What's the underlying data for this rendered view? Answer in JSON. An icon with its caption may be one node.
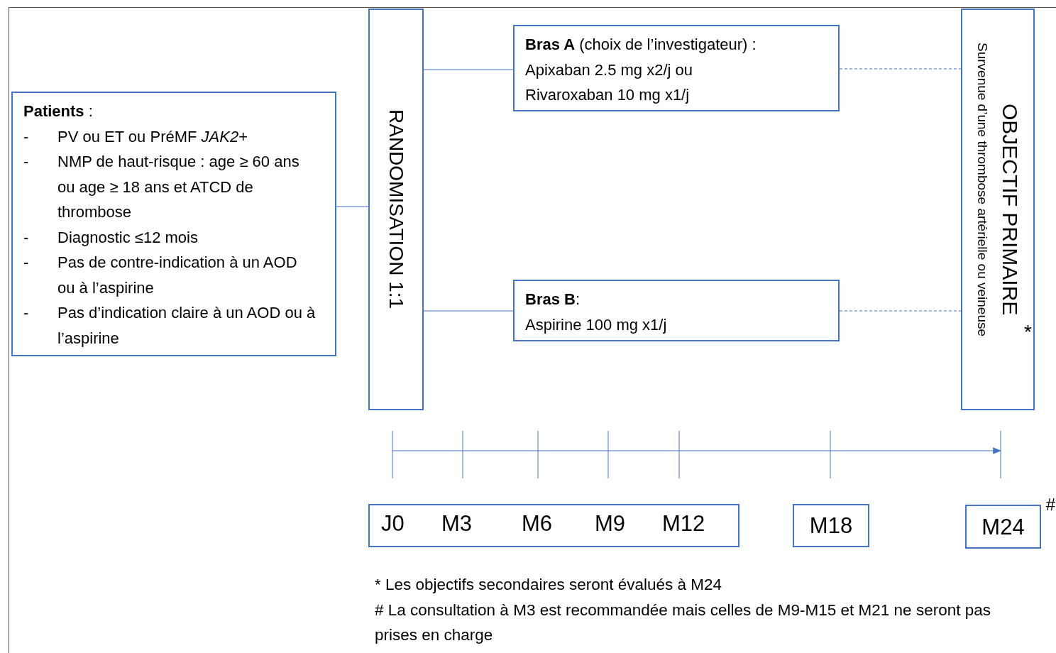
{
  "diagram": {
    "nodes": [
      {
        "text": [
          "**Patients** :",
          "-",
          "PV ou ET ou PréMF *JAK2*+",
          "-",
          "NMP de haut-risque : age ≥ 60 ans ou age ≥ 18 ans et ATCD de thrombose",
          "-",
          "Diagnostic ≤12 mois",
          "-",
          "Pas de contre-indication à un AOD ou à l’aspirine",
          "-",
          "Pas d’indication claire à un AOD ou à l’aspirine"
        ]
      },
      {
        "text": [
          "RANDOMISATION 1:1"
        ]
      },
      {
        "text": [
          "**Bras A** (choix de l’investigateur) :",
          "Apixaban 2.5 mg x2/j ou Rivaroxaban 10 mg x1/j"
        ]
      },
      {
        "text": [
          "**Bras B**:",
          "Aspirine 100 mg x1/j"
        ]
      },
      {
        "text": [
          "OBJECTIF PRIMAIRE",
          "Survenue d’une thrombose  artérielle ou veineuse",
          "*"
        ]
      },
      {
        "text": [
          "J0",
          "M3",
          "M6",
          "M9",
          "M12"
        ]
      },
      {
        "text": [
          "M18"
        ]
      },
      {
        "text": [
          "M24"
        ],
        "beside": [
          "#"
        ]
      }
    ],
    "edges": [
      {
        "from": 0,
        "to": 1,
        "arrow": "none"
      },
      {
        "from": 1,
        "to": 2,
        "arrow": "none"
      },
      {
        "from": 1,
        "to": 3,
        "arrow": "none"
      },
      {
        "from": 2,
        "to": 4,
        "arrow": "none",
        "style": "dashed"
      },
      {
        "from": 3,
        "to": 4,
        "arrow": "none",
        "style": "dashed"
      }
    ],
    "labels": [
      "* Les objectifs secondaires seront évalués à M24",
      "# La consultation à M3 est recommandée mais celles de M9-M15 et M21 ne seront pas prises en charge"
    ]
  }
}
